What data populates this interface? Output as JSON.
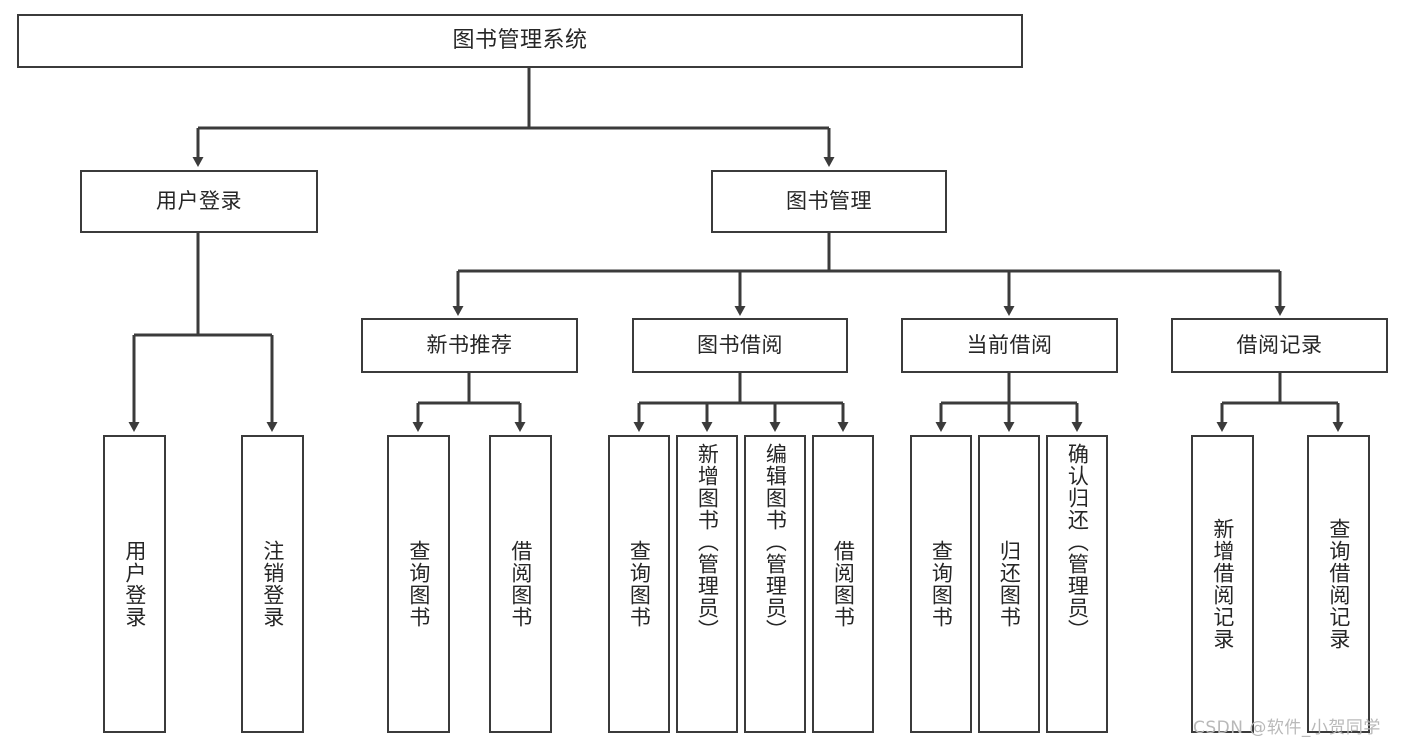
{
  "diagram": {
    "title": "图书管理系统",
    "type": "tree / hierarchy chart",
    "root": {
      "id": "root",
      "label": "图书管理系统"
    },
    "level2": [
      {
        "id": "user-login",
        "label": "用户登录"
      },
      {
        "id": "book-management",
        "label": "图书管理"
      }
    ],
    "level3": [
      {
        "id": "new-book-recommend",
        "label": "新书推荐"
      },
      {
        "id": "book-borrow",
        "label": "图书借阅"
      },
      {
        "id": "current-borrow",
        "label": "当前借阅"
      },
      {
        "id": "borrow-record",
        "label": "借阅记录"
      }
    ],
    "leaves": {
      "user_login": [
        {
          "id": "leaf-user-login",
          "label": "用户登录"
        },
        {
          "id": "leaf-logout-login",
          "label": "注销登录"
        }
      ],
      "new_book_recommend": [
        {
          "id": "leaf-query-book-1",
          "label": "查询图书"
        },
        {
          "id": "leaf-borrow-book-1",
          "label": "借阅图书"
        }
      ],
      "book_borrow": [
        {
          "id": "leaf-query-book-2",
          "label": "查询图书"
        },
        {
          "id": "leaf-add-book",
          "label": "新增图书（管理员）"
        },
        {
          "id": "leaf-edit-book",
          "label": "编辑图书（管理员）"
        },
        {
          "id": "leaf-borrow-book-2",
          "label": "借阅图书"
        }
      ],
      "current_borrow": [
        {
          "id": "leaf-query-book-3",
          "label": "查询图书"
        },
        {
          "id": "leaf-return-book",
          "label": "归还图书"
        },
        {
          "id": "leaf-confirm-return",
          "label": "确认归还（管理员）"
        }
      ],
      "borrow_record": [
        {
          "id": "leaf-add-record",
          "label": "新增借阅记录"
        },
        {
          "id": "leaf-query-record",
          "label": "查询借阅记录"
        }
      ]
    },
    "colors": {
      "border": "#3b3b3b",
      "background": "#ffffff",
      "text": "#262626",
      "connector": "#3b3b3b",
      "watermark": "#b9b9b9"
    }
  },
  "watermark": {
    "text": "CSDN @软件_小贺同学"
  }
}
